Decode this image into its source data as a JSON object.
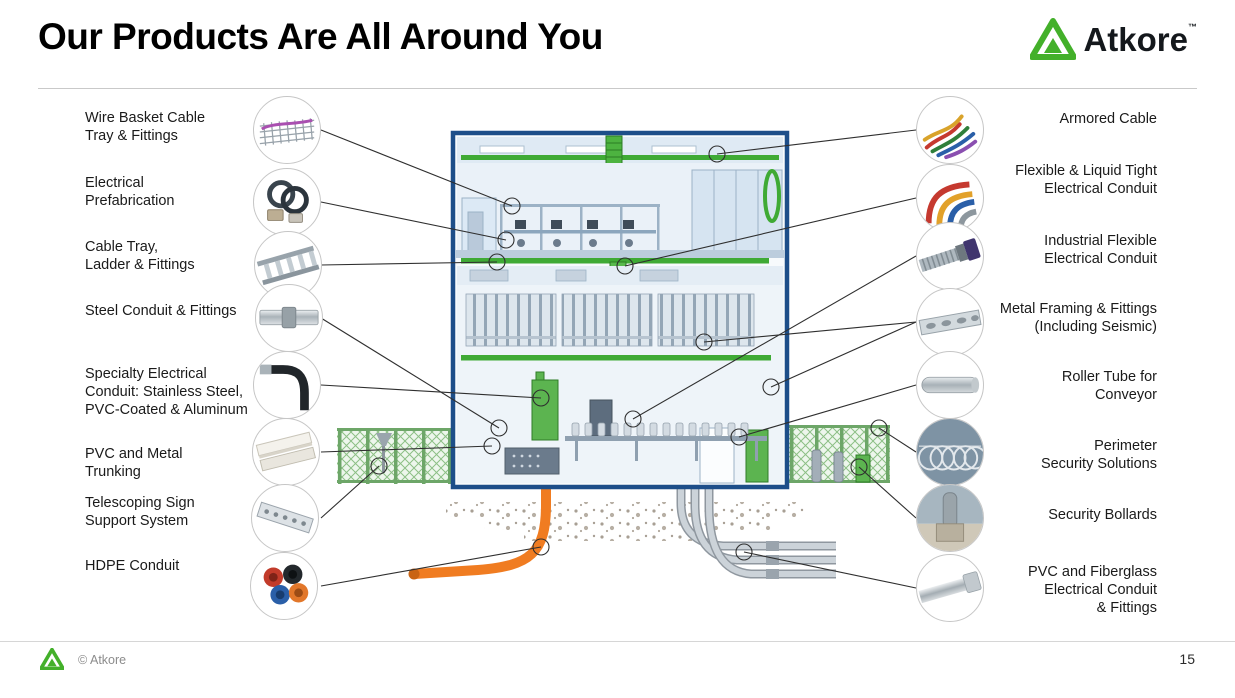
{
  "slide": {
    "title": "Our Products Are All Around You",
    "brand": "Atkore",
    "trademark": "™",
    "footer": {
      "copyright": "© Atkore",
      "page_number": "15"
    }
  },
  "colors": {
    "brand_green": "#43B02A",
    "building_outline": "#1D4E89",
    "cable_tray_green": "#3FAA35",
    "hdpe_conduit_orange": "#F07C21"
  },
  "left_products": [
    {
      "label": "Wire Basket Cable\nTray & Fittings",
      "icon": "wire-basket-cable-tray-icon"
    },
    {
      "label": "Electrical\nPrefabrication",
      "icon": "electrical-prefabrication-icon"
    },
    {
      "label": "Cable Tray,\nLadder & Fittings",
      "icon": "cable-tray-ladder-icon"
    },
    {
      "label": "Steel Conduit & Fittings",
      "icon": "steel-conduit-icon"
    },
    {
      "label": "Specialty Electrical\nConduit: Stainless Steel,\nPVC-Coated & Aluminum",
      "icon": "specialty-conduit-icon"
    },
    {
      "label": "PVC and Metal\nTrunking",
      "icon": "pvc-metal-trunking-icon"
    },
    {
      "label": "Telescoping Sign\nSupport System",
      "icon": "telescoping-sign-support-icon"
    },
    {
      "label": "HDPE Conduit",
      "icon": "hdpe-conduit-icon"
    }
  ],
  "right_products": [
    {
      "label": "Armored Cable",
      "icon": "armored-cable-icon"
    },
    {
      "label": "Flexible & Liquid Tight\nElectrical Conduit",
      "icon": "flexible-liquid-tight-conduit-icon"
    },
    {
      "label": "Industrial Flexible\nElectrical Conduit",
      "icon": "industrial-flexible-conduit-icon"
    },
    {
      "label": "Metal Framing & Fittings\n(Including Seismic)",
      "icon": "metal-framing-icon"
    },
    {
      "label": "Roller Tube for\nConveyor",
      "icon": "roller-tube-icon"
    },
    {
      "label": "Perimeter\nSecurity Solutions",
      "icon": "perimeter-security-icon"
    },
    {
      "label": "Security Bollards",
      "icon": "security-bollards-icon"
    },
    {
      "label": "PVC and Fiberglass\nElectrical Conduit\n& Fittings",
      "icon": "pvc-fiberglass-conduit-icon"
    }
  ]
}
